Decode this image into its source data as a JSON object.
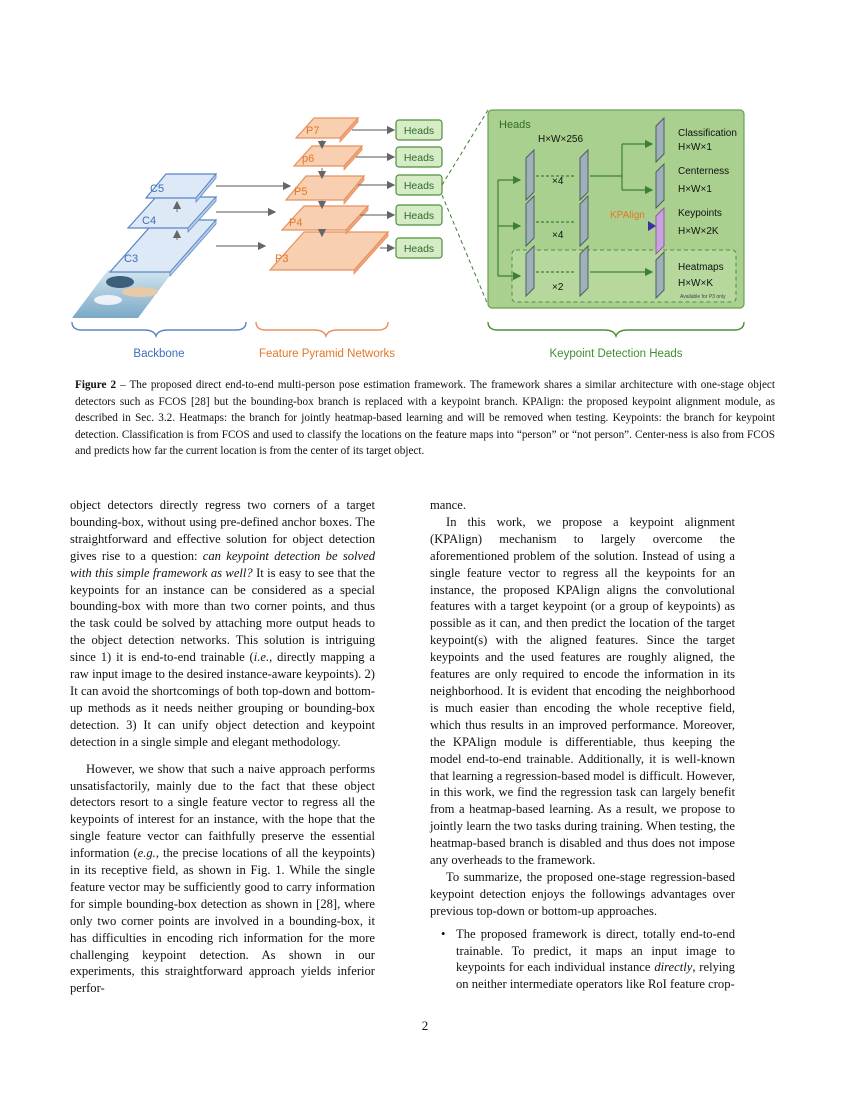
{
  "figure": {
    "backbone": {
      "levels": [
        "C5",
        "C4",
        "C3"
      ],
      "label": "Backbone"
    },
    "fpn": {
      "levels": [
        "P7",
        "p6",
        "P5",
        "P4",
        "P3"
      ],
      "label": "Feature Pyramid Networks"
    },
    "head_boxes": [
      "Heads",
      "Heads",
      "Heads",
      "Heads",
      "Heads"
    ],
    "detail": {
      "title": "Heads",
      "dims": "H×W×256",
      "rep1": "×4",
      "rep2": "×4",
      "rep3": "×2",
      "kpalign": "KPAlign",
      "outputs": [
        {
          "name": "Classification",
          "dims": "H×W×1"
        },
        {
          "name": "Centerness",
          "dims": "H×W×1"
        },
        {
          "name": "Keypoints",
          "dims": "H×W×2K"
        },
        {
          "name": "Heatmaps",
          "dims": "H×W×K"
        }
      ],
      "note": "Available for P3 only",
      "label": "Keypoint Detection Heads"
    },
    "colors": {
      "backbone_fill": "#dde9f6",
      "backbone_stroke": "#5b85c5",
      "backbone_label": "#3c6fb9",
      "fpn_fill": "#f8cfb0",
      "fpn_stroke": "#e89060",
      "fpn_label": "#e37826",
      "head_fill": "#d6ecc6",
      "head_stroke": "#4f8f3c",
      "head_text": "#2e6b2b",
      "panel_fill": "#a9d08e",
      "panel_stroke": "#6d9f52",
      "keypoints_fill": "#c8a3dd",
      "keypoints_stroke": "#8f5aa8"
    }
  },
  "caption": {
    "label": "Figure 2",
    "text": " – The proposed direct end-to-end multi-person pose estimation framework. The framework shares a similar architecture with one-stage object detectors such as FCOS [28] but the bounding-box branch is replaced with a keypoint branch. KPAlign: the proposed keypoint alignment module, as described in Sec. 3.2. Heatmaps: the branch for jointly heatmap-based learning and will be removed when testing. Keypoints: the branch for keypoint detection. Classification is from FCOS and used to classify the locations on the feature maps into “person” or “not person”. Center-ness is also from FCOS and predicts how far the current location is from the center of its target object."
  },
  "left_column": {
    "p1_a": "object detectors directly regress two corners of a target bounding-box, without using pre-defined anchor boxes. The straightforward and effective solution for object detection gives rise to a question: ",
    "p1_em": "can keypoint detection be solved with this simple framework as well?",
    "p1_b": " It is easy to see that the keypoints for an instance can be considered as a special bounding-box with more than two corner points, and thus the task could be solved by attaching more output heads to the object detection networks. This solution is intriguing since 1) it is end-to-end trainable (",
    "p1_ie": "i.e.",
    "p1_c": ", directly mapping a raw input image to the desired instance-aware keypoints). 2) It can avoid the shortcomings of both top-down and bottom-up methods as it needs neither grouping or bounding-box detection. 3) It can unify object detection and keypoint detection in a single simple and elegant methodology.",
    "p2_a": "However, we show that such a naive approach performs unsatisfactorily, mainly due to the fact that these object detectors resort to a single feature vector to regress all the keypoints of interest for an instance, with the hope that the single feature vector can faithfully preserve the essential information (",
    "p2_eg": "e.g.",
    "p2_b": ", the precise locations of all the keypoints) in its receptive field, as shown in Fig. 1. While the single feature vector may be sufficiently good to carry information for simple bounding-box detection as shown in [28], where only two corner points are involved in a bounding-box, it has difficulties in encoding rich information for the more challenging keypoint detection. As shown in our experiments, this straightforward approach yields inferior perfor-"
  },
  "right_column": {
    "p0": "mance.",
    "p1": "In this work, we propose a keypoint alignment (KPAlign) mechanism to largely overcome the aforementioned problem of the solution. Instead of using a single feature vector to regress all the keypoints for an instance, the proposed KPAlign aligns the convolutional features with a target keypoint (or a group of keypoints) as possible as it can, and then predict the location of the target keypoint(s) with the aligned features. Since the target keypoints and the used features are roughly aligned, the features are only required to encode the information in its neighborhood. It is evident that encoding the neighborhood is much easier than encoding the whole receptive field, which thus results in an improved performance. Moreover, the KPAlign module is differentiable, thus keeping the model end-to-end trainable. Additionally, it is well-known that learning a regression-based model is difficult. However, in this work, we find the regression task can largely benefit from a heatmap-based learning. As a result, we propose to jointly learn the two tasks during training. When testing, the heatmap-based branch is disabled and thus does not impose any overheads to the framework.",
    "p2": "To summarize, the proposed one-stage regression-based keypoint detection enjoys the followings advantages over previous top-down or bottom-up approaches.",
    "bullet_symbol": "•",
    "bullet_a": "The proposed framework is direct, totally end-to-end trainable. To predict, it maps an input image to keypoints for each individual instance ",
    "bullet_em": "directly",
    "bullet_b": ", relying on neither intermediate operators like RoI feature crop-"
  },
  "page_number": "2"
}
